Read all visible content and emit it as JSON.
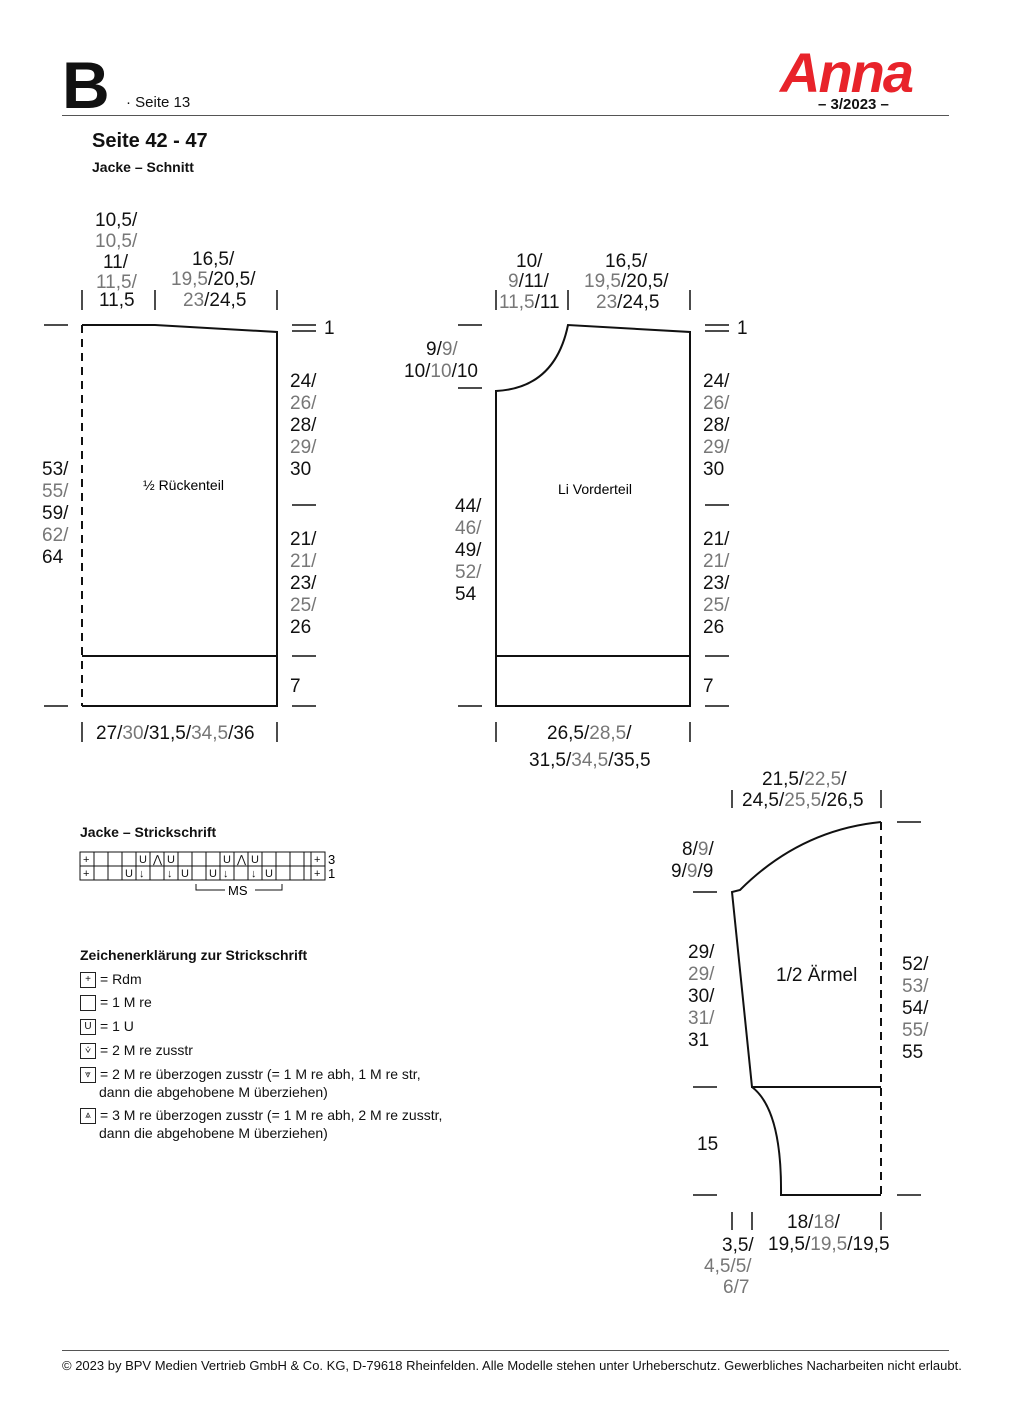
{
  "header": {
    "section_letter": "B",
    "page": "· Seite 13",
    "brand": "Anna",
    "issue": "– 3/2023 –"
  },
  "title": "Seite 42 - 47",
  "subtitle": "Jacke – Schnitt",
  "back": {
    "label": "½ Rückenteil",
    "shoulder_top": [
      "10,5/",
      "10,5/",
      "11/",
      "11,5/",
      "11,5"
    ],
    "shoulder_slope_1": "16,5/",
    "shoulder_slope_2a": "19,5",
    "shoulder_slope_2b": "/20,5/",
    "shoulder_slope_3a": "23",
    "shoulder_slope_3b": "/24,5",
    "top_drop": "1",
    "armhole": [
      "24/",
      "26/",
      "28/",
      "29/",
      "30"
    ],
    "side": [
      "21/",
      "21/",
      "23/",
      "25/",
      "26"
    ],
    "rib": "7",
    "length": [
      "53/",
      "55/",
      "59/",
      "62/",
      "64"
    ],
    "width_a": "27/",
    "width_b": "30",
    "width_c": "/31,5/",
    "width_d": "34,5",
    "width_e": "/36"
  },
  "front": {
    "label": "Li Vorderteil",
    "neck_top_1": "10/",
    "neck_top_2a": "9",
    "neck_top_2b": "/11/",
    "neck_top_3a": "11,5",
    "neck_top_3b": "/11",
    "slope_1": "16,5/",
    "slope_2a": "19,5",
    "slope_2b": "/20,5/",
    "slope_3a": "23",
    "slope_3b": "/24,5",
    "neck_depth_1a": "9/",
    "neck_depth_1b": "9/",
    "neck_depth_2a": "10/",
    "neck_depth_2b": "10",
    "neck_depth_2c": "/10",
    "top_drop": "1",
    "armhole": [
      "24/",
      "26/",
      "28/",
      "29/",
      "30"
    ],
    "side": [
      "21/",
      "21/",
      "23/",
      "25/",
      "26"
    ],
    "rib": "7",
    "length": [
      "44/",
      "46/",
      "49/",
      "52/",
      "54"
    ],
    "width_1a": "26,5/",
    "width_1b": "28,5",
    "width_1c": "/",
    "width_2a": "31,5/",
    "width_2b": "34,5",
    "width_2c": "/35,5"
  },
  "sleeve": {
    "label": "1/2 Ärmel",
    "top_1a": "21,5/",
    "top_1b": "22,5",
    "top_1c": "/",
    "top_2a": "24,5/",
    "top_2b": "25,5",
    "top_2c": "/26,5",
    "cap_1a": "8/",
    "cap_1b": "9",
    "cap_1c": "/",
    "cap_2a": "9/",
    "cap_2b": "9",
    "cap_2c": "/9",
    "inner": [
      "29/",
      "29/",
      "30/",
      "31/",
      "31"
    ],
    "outer": [
      "52/",
      "53/",
      "54/",
      "55/",
      "55"
    ],
    "cuff": "15",
    "cuff_offset": [
      "3,5/",
      "4,5/5/",
      "6/7"
    ],
    "cuff_width_1a": "18/",
    "cuff_width_1b": "18",
    "cuff_width_1c": "/",
    "cuff_width_2a": "19,5/",
    "cuff_width_2b": "19,5",
    "cuff_width_2c": "/19,5"
  },
  "chart": {
    "title": "Jacke – Strickschrift",
    "row_3": "3",
    "row_1": "1",
    "repeat": "MS"
  },
  "legend": {
    "title": "Zeichenerklärung zur Strickschrift",
    "items": [
      {
        "symbol": "+",
        "text": "= Rdm",
        "text2": ""
      },
      {
        "symbol": "",
        "text": "= 1 M re",
        "text2": ""
      },
      {
        "symbol": "U",
        "text": "= 1 U",
        "text2": ""
      },
      {
        "symbol": "⩒",
        "text": "= 2 M re zusstr",
        "text2": ""
      },
      {
        "symbol": "⩔",
        "text": "= 2 M re überzogen zusstr (= 1 M re abh, 1 M re str,",
        "text2": "dann die abgehobene M überziehen)"
      },
      {
        "symbol": "⩓",
        "text": "= 3 M re überzogen zusstr (= 1 M re abh, 2 M re zusstr,",
        "text2": "dann die abgehobene M überziehen)"
      }
    ]
  },
  "footer": "© 2023 by BPV Medien Vertrieb GmbH & Co. KG, D-79618 Rheinfelden. Alle Modelle stehen unter Urheberschutz. Gewerbliches Nacharbeiten nicht erlaubt."
}
